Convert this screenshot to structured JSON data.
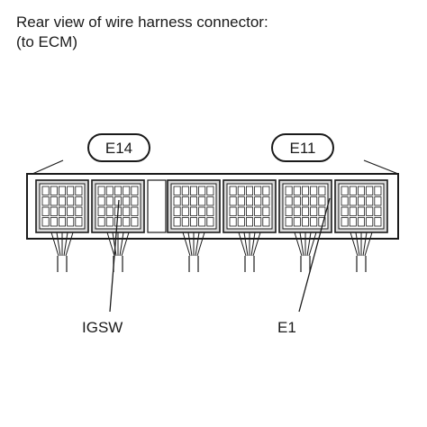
{
  "caption": {
    "line1": "Rear view of wire harness connector:",
    "line2": "(to ECM)"
  },
  "connectors": {
    "left_tag": "E14",
    "right_tag": "E11"
  },
  "callouts": {
    "igsw": "IGSW",
    "e1": "E1"
  },
  "colors": {
    "line": "#1a1a1a",
    "body_fill": "#d9d9d9",
    "background": "#ffffff"
  }
}
